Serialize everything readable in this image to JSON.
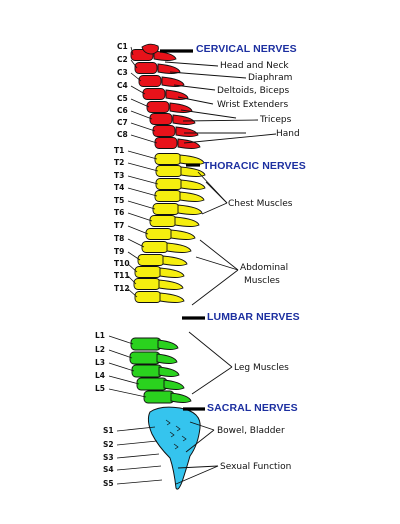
{
  "colors": {
    "cervical": "#e8121a",
    "thoracic": "#f5ee0f",
    "lumbar": "#2ad21e",
    "sacral": "#35c4ee",
    "section_title": "#1c2fa0",
    "outline": "#111111"
  },
  "vertebrae": {
    "cervical": [
      "C1",
      "C2",
      "C3",
      "C4",
      "C5",
      "C6",
      "C7",
      "C8"
    ],
    "thoracic": [
      "T1",
      "T2",
      "T3",
      "T4",
      "T5",
      "T6",
      "T7",
      "T8",
      "T9",
      "T10",
      "T11",
      "T12"
    ],
    "lumbar": [
      "L1",
      "L2",
      "L3",
      "L4",
      "L5"
    ],
    "sacral": [
      "S1",
      "S2",
      "S3",
      "S4",
      "S5"
    ]
  },
  "sections": {
    "cervical": "CERVICAL NERVES",
    "thoracic": "THORACIC NERVES",
    "lumbar": "LUMBAR NERVES",
    "sacral": "SACRAL NERVES"
  },
  "functions": {
    "head_neck": "Head and Neck",
    "diaphragm": "Diaphram",
    "deltoids_biceps": "Deltoids, Biceps",
    "wrist_extenders": "Wrist Extenders",
    "triceps": "Triceps",
    "hand": "Hand",
    "chest_muscles": "Chest Muscles",
    "abdominal_1": "Abdominal",
    "abdominal_2": "Muscles",
    "leg_muscles": "Leg Muscles",
    "bowel_bladder": "Bowel, Bladder",
    "sexual_function": "Sexual Function"
  }
}
